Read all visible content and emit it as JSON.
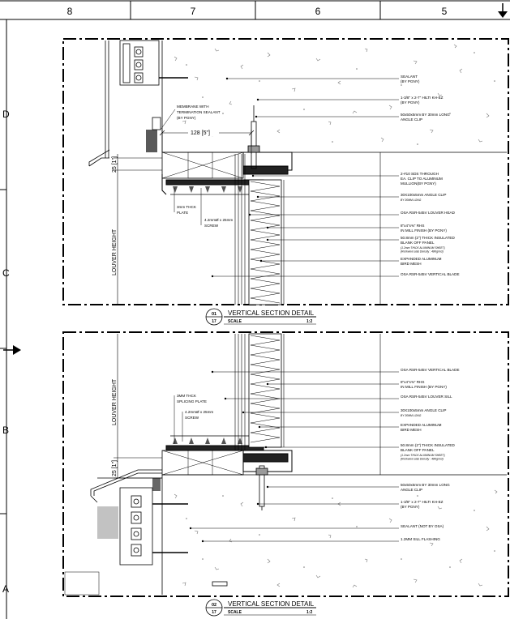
{
  "grid": {
    "columns": [
      "8",
      "7",
      "6",
      "5"
    ],
    "rows": [
      "D",
      "C",
      "B",
      "A"
    ]
  },
  "detail_top": {
    "number": "01",
    "sheet": "17",
    "title": "VERTICAL SECTION DETAIL",
    "scale_label": "SCALE",
    "scale_value": "1:2",
    "dim_horizontal": "128 [5\"]",
    "dim_vertical": "25 [1\"]",
    "height_label": "LOUVER HEIGHT",
    "left_callouts": {
      "membrane": [
        "MEMBRANE WITH",
        "TERMINATION SEALANT",
        "(BY PGNY)"
      ],
      "plate": [
        "3mm THCK",
        "PLATE"
      ],
      "screw": [
        "4.2mmØ x 25mm",
        "SCREW"
      ]
    },
    "callouts": [
      {
        "lines": [
          "SEALANT",
          "(BY PGNY)"
        ]
      },
      {
        "lines": [
          "1-3/8\" x 2-7\" HILTI KH-EZ",
          "(BY PGNY)"
        ]
      },
      {
        "lines": [
          "50x50x5mm BY 30mm LONG",
          "ANGLE CLIP"
        ]
      },
      {
        "lines": [
          "2-#10 SDS THROUGH",
          "EA. CLIP TO ALUMINUM",
          "MULLION(BY PGNY)"
        ]
      },
      {
        "lines": [
          "30X100x5mm ANGLE CLIP"
        ],
        "note": "BY 30MM LONG"
      },
      {
        "lines": [
          "OSA RSR-545V LOUVER HEAD"
        ]
      },
      {
        "lines": [
          "8\"x4\"x⅜\" RHS",
          "IN MILL FINISH (BY PGNY)"
        ]
      },
      {
        "lines": [
          "50.8mm (2\") THICK INSULATED",
          "BLANK OFF PANEL"
        ],
        "note_lines": [
          "(1.2mm THICK ALUMINUM SHEET)",
          "(Rockwool slab  Density : 48Kg/m3)"
        ]
      },
      {
        "lines": [
          "EXPANDED ALUMINUM",
          "BIRD MESH"
        ]
      },
      {
        "lines": [
          "OSA RSR-545V VERTICAL BLADE"
        ]
      }
    ]
  },
  "detail_bottom": {
    "number": "02",
    "sheet": "17",
    "title": "VERTICAL SECTION DETAIL",
    "scale_label": "SCALE",
    "scale_value": "1:2",
    "dim_vertical": "25 [1\"]",
    "height_label": "LOUVER HEIGHT",
    "left_callouts": {
      "plate": [
        "3MM THCK",
        "SPLICING PLATE"
      ],
      "screw": [
        "4.2mmØ x 25mm",
        "SCREW"
      ]
    },
    "callouts": [
      {
        "lines": [
          "OSA RSR-545V VERTICAL BLADE"
        ]
      },
      {
        "lines": [
          "8\"x4\"x⅜\" RHS",
          "IN MILL FINISH (BY PGNY)"
        ]
      },
      {
        "lines": [
          "OSA RSR-545V LOUVER SILL"
        ]
      },
      {
        "lines": [
          "30X100x5mm ANGLE CLIP"
        ],
        "note": "BY 30MM LONG"
      },
      {
        "lines": [
          "EXPANDED ALUMINUM",
          "BIRD MESH"
        ]
      },
      {
        "lines": [
          "50.8mm (2\") THICK INSULATED",
          "BLANK OFF PANEL"
        ],
        "note_lines": [
          "(1.2mm THICK ALUMINUM SHEET)",
          "(Rockwool slab  Density : 48Kg/m3)"
        ]
      },
      {
        "lines": [
          "50x50x5mm BY 30mm LONG",
          "ANGLE CLIP"
        ]
      },
      {
        "lines": [
          "1-3/8\" x 2-7\" HILTI KH-EZ",
          "(BY PGNY)"
        ]
      },
      {
        "lines": [
          "SEALANT (NOT BY OSA)"
        ]
      },
      {
        "lines": [
          "1.2MM SILL FLASHING"
        ]
      }
    ]
  }
}
